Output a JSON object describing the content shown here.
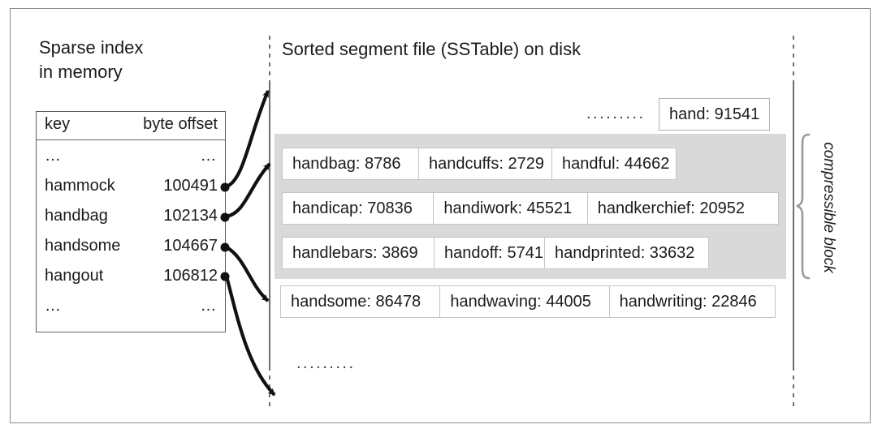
{
  "figure": {
    "left_caption": "Sparse index\nin memory",
    "right_caption": "Sorted segment file (SSTable) on disk",
    "annotation_label": "compressible block"
  },
  "sparse_index": {
    "columns": [
      "key",
      "byte offset"
    ],
    "rows": [
      {
        "key": "…",
        "offset": "…"
      },
      {
        "key": "hammock",
        "offset": "100491"
      },
      {
        "key": "handbag",
        "offset": "102134"
      },
      {
        "key": "handsome",
        "offset": "104667"
      },
      {
        "key": "hangout",
        "offset": "106812"
      },
      {
        "key": "…",
        "offset": "…"
      }
    ]
  },
  "sstable": {
    "top_ellipsis": ".........",
    "bottom_ellipsis": ".........",
    "standalone_entry": "hand: 91541",
    "rows": [
      {
        "in_compressible_block": true,
        "cells": [
          "handbag: 8786",
          "handcuffs: 2729",
          "handful: 44662"
        ]
      },
      {
        "in_compressible_block": true,
        "cells": [
          "handicap: 70836",
          "handiwork: 45521",
          "handkerchief: 20952"
        ]
      },
      {
        "in_compressible_block": true,
        "cells": [
          "handlebars: 3869",
          "handoff: 5741",
          "handprinted: 33632"
        ]
      },
      {
        "in_compressible_block": false,
        "cells": [
          "handsome: 86478",
          "handwaving: 44005",
          "handwriting: 22846"
        ]
      }
    ]
  },
  "colors": {
    "frame_border": "#8b8b8b",
    "table_border": "#5e5e5e",
    "cell_border": "#c4c4c4",
    "block_fill": "#d9d9d9",
    "text": "#1b1b1b",
    "arrow": "#111111",
    "guide_line": "#6f6f6f",
    "brace": "#9a9a9a"
  }
}
